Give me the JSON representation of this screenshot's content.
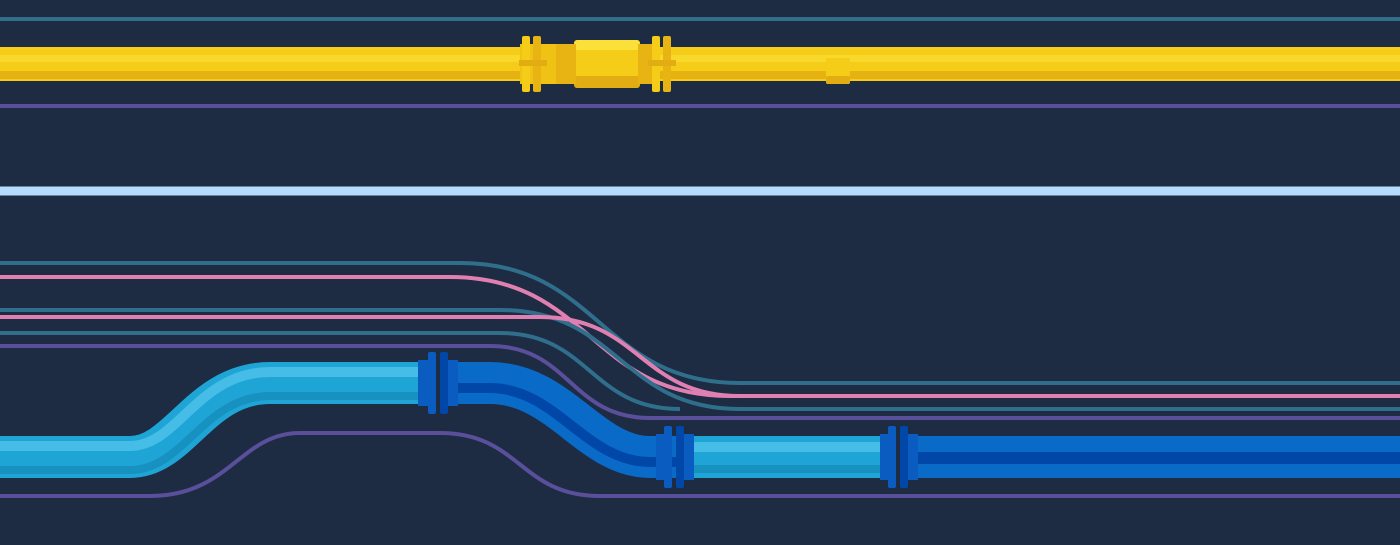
{
  "colors": {
    "background": "#1d2b43",
    "teal_line": "#2f6f8c",
    "purple_line": "#5a4f9a",
    "pink_line": "#e07fb2",
    "light_blue_line": "#b5dcff",
    "yellow_pipe": "#f5cc17",
    "yellow_pipe_dark": "#e7b414",
    "yellow_pipe_light": "#fbe03a",
    "cyan_pipe": "#1ea5d6",
    "cyan_pipe_light": "#45bde6",
    "blue_pipe": "#0a6ac8",
    "blue_pipe_dark": "#0047a8",
    "flange_blue": "#0a5cc0"
  },
  "icons": [
    "yellow-gas-pipe",
    "yellow-valve-icon",
    "yellow-flange-icon",
    "yellow-tee-fitting-icon",
    "cyan-pipe-bend",
    "blue-pipe-elbow",
    "blue-flange-icon"
  ]
}
